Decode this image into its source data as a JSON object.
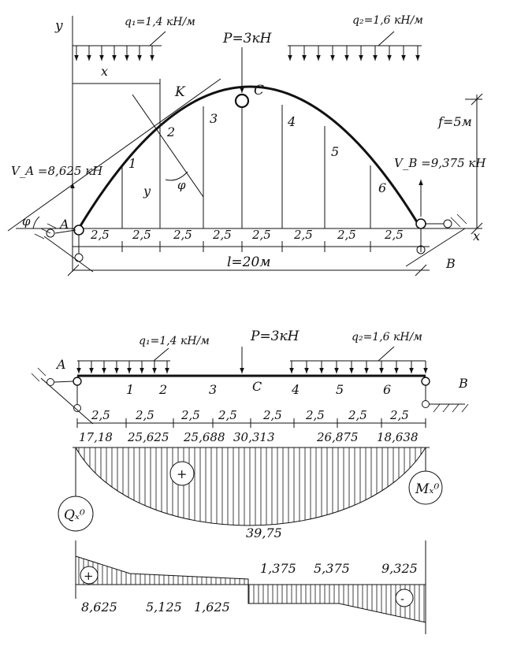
{
  "arch": {
    "axis_y": "y",
    "axis_x": "x",
    "x_dim": "x",
    "y_dim": "y",
    "q1": "q₁=1,4 кН/м",
    "q2": "q₂=1,6 кН/м",
    "force_p": "P=3кН",
    "hinge_c": "C",
    "point_k": "K",
    "angle_phi": "φ",
    "support_a": "A",
    "support_b": "B",
    "reaction_a": "V_A =8,625 кН",
    "reaction_b": "V_B =9,375 кН",
    "rise": "f=5м",
    "span": "l=20м",
    "section_numbers": [
      "1",
      "2",
      "3",
      "4",
      "5",
      "6"
    ],
    "segment_lengths": [
      "2,5",
      "2,5",
      "2,5",
      "2,5",
      "2,5",
      "2,5",
      "2,5",
      "2,5"
    ]
  },
  "beam": {
    "q1": "q₁=1,4 кН/м",
    "q2": "q₂=1,6 кН/м",
    "force_p": "P=3кН",
    "support_a": "A",
    "support_b": "B",
    "hinge_c": "C",
    "section_numbers": [
      "1",
      "2",
      "3",
      "4",
      "5",
      "6"
    ],
    "segment_lengths": [
      "2,5",
      "2,5",
      "2,5",
      "2,5",
      "2,5",
      "2,5",
      "2,5",
      "2,5"
    ]
  },
  "moment_diagram": {
    "values": [
      "17,18",
      "25,625",
      "25,688",
      "30,313",
      "26,875",
      "18,638"
    ],
    "max_value": "39,75",
    "sign": "+",
    "label": "Mₓ⁰"
  },
  "shear_diagram": {
    "label": "Qₓ⁰",
    "positive_values": [
      "8,625",
      "5,125",
      "1,625"
    ],
    "negative_values": [
      "1,375",
      "5,375",
      "9,325"
    ],
    "sign_positive": "+",
    "sign_negative": "-"
  }
}
